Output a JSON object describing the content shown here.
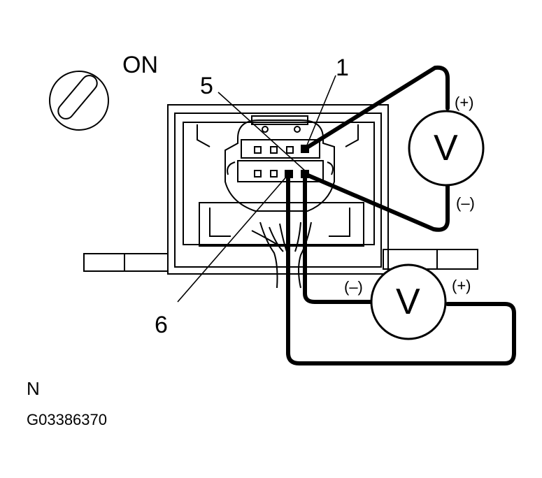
{
  "switch_label": "ON",
  "pins": {
    "p1": "1",
    "p5": "5",
    "p6": "6"
  },
  "meter_top": {
    "symbol": "V",
    "plus": "(+)",
    "minus": "(–)"
  },
  "meter_bottom": {
    "symbol": "V",
    "plus": "(+)",
    "minus": "(–)"
  },
  "mode_label": "N",
  "figure_code": "G03386370"
}
